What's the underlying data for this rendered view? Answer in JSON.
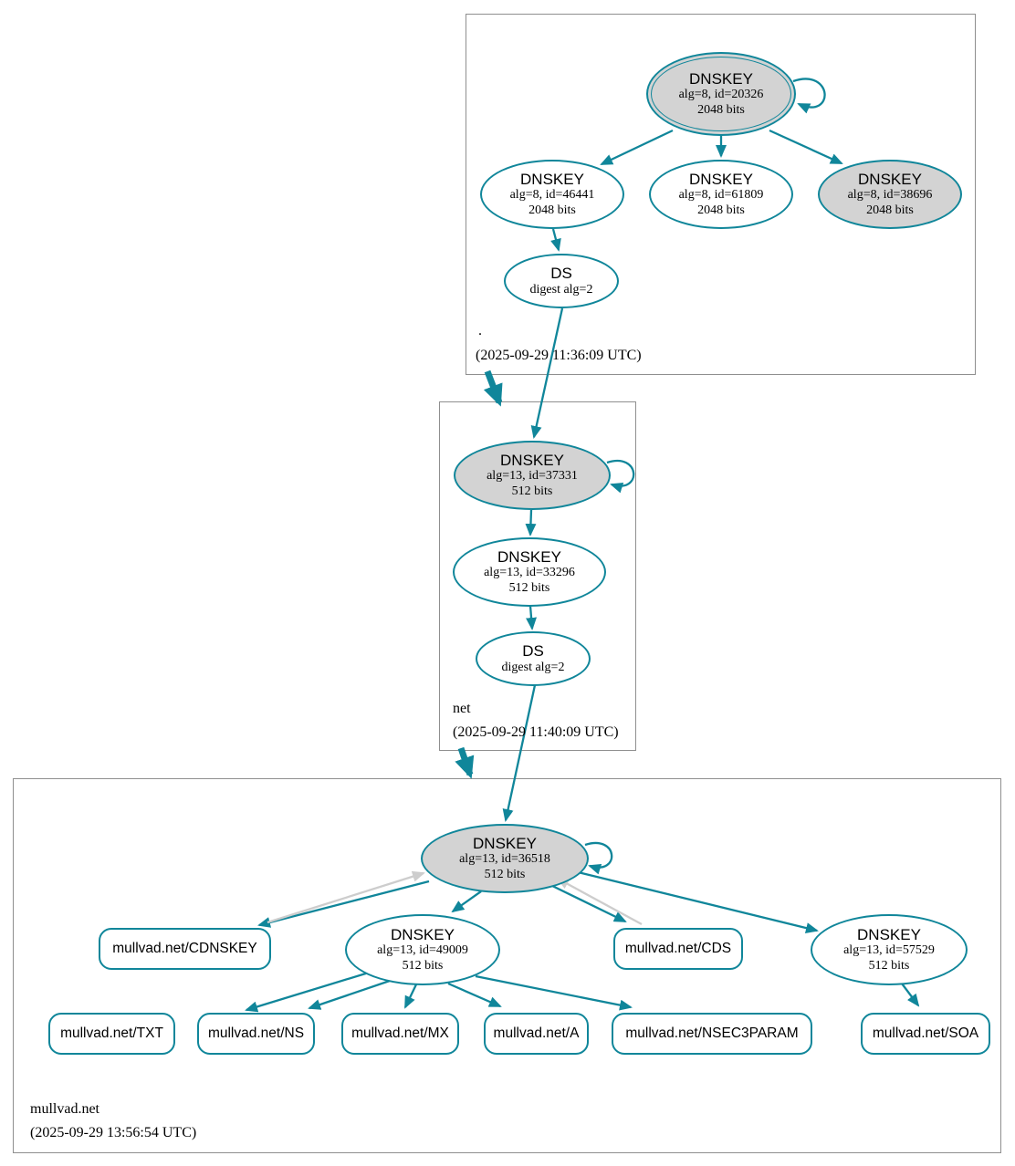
{
  "colors": {
    "edge_teal": "#10869a",
    "sep_node_fill": "#d3d3d3",
    "gray_edge": "#cdcdcd",
    "zone_box_border": "#8f8f8f"
  },
  "zones": [
    {
      "label": ".",
      "timestamp": "(2025-09-29 11:36:09 UTC)",
      "ksk": {
        "title": "DNSKEY",
        "detail": "alg=8, id=20326",
        "bits": "2048 bits"
      },
      "zsk1": {
        "title": "DNSKEY",
        "detail": "alg=8, id=46441",
        "bits": "2048 bits"
      },
      "zsk2": {
        "title": "DNSKEY",
        "detail": "alg=8, id=61809",
        "bits": "2048 bits"
      },
      "zsk3": {
        "title": "DNSKEY",
        "detail": "alg=8, id=38696",
        "bits": "2048 bits"
      },
      "ds": {
        "title": "DS",
        "detail": "digest alg=2"
      }
    },
    {
      "label": "net",
      "timestamp": "(2025-09-29 11:40:09 UTC)",
      "ksk": {
        "title": "DNSKEY",
        "detail": "alg=13, id=37331",
        "bits": "512 bits"
      },
      "zsk": {
        "title": "DNSKEY",
        "detail": "alg=13, id=33296",
        "bits": "512 bits"
      },
      "ds": {
        "title": "DS",
        "detail": "digest alg=2"
      }
    },
    {
      "label": "mullvad.net",
      "timestamp": "(2025-09-29 13:56:54 UTC)",
      "ksk": {
        "title": "DNSKEY",
        "detail": "alg=13, id=36518",
        "bits": "512 bits"
      },
      "zsk": {
        "title": "DNSKEY",
        "detail": "alg=13, id=49009",
        "bits": "512 bits"
      },
      "ksk2": {
        "title": "DNSKEY",
        "detail": "alg=13, id=57529",
        "bits": "512 bits"
      },
      "cdnskey": "mullvad.net/CDNSKEY",
      "cds": "mullvad.net/CDS",
      "rrsets": [
        "mullvad.net/TXT",
        "mullvad.net/NS",
        "mullvad.net/MX",
        "mullvad.net/A",
        "mullvad.net/NSEC3PARAM",
        "mullvad.net/SOA"
      ]
    }
  ]
}
